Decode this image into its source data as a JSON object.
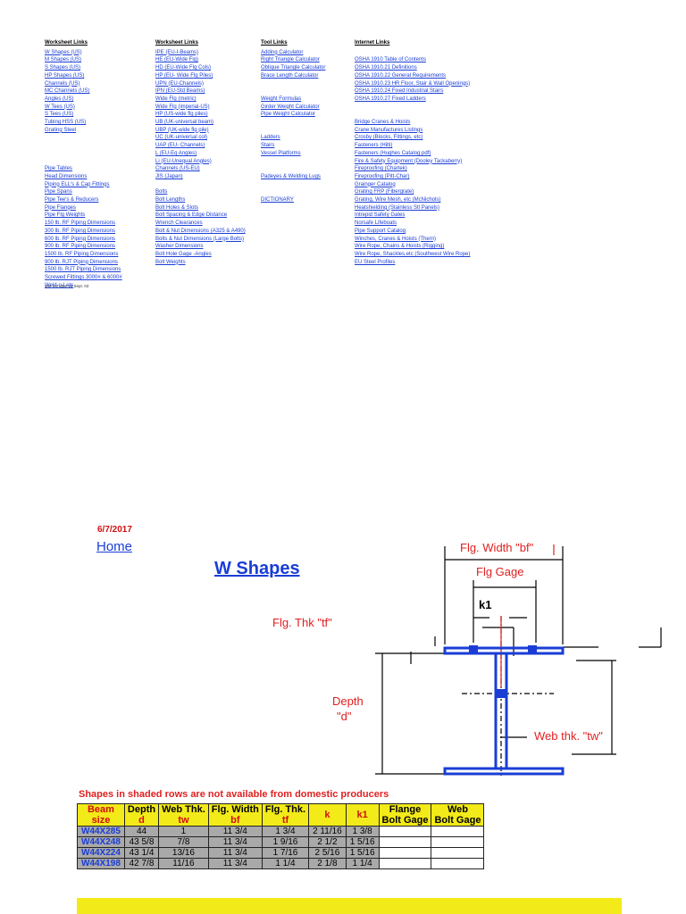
{
  "worksheet_links_1": {
    "header": "Worksheet Links",
    "items": [
      "W Shapes (US)",
      "M Shapes (US)",
      "S Shapes (US)",
      "HP Shapes (US)",
      "Channels (US)",
      "MC Channels (US)",
      "Angles (US)",
      "W Tees (US)",
      "S Tees (US)",
      "Tubing HSS (US)",
      "Grating Steel",
      "",
      "",
      "",
      "",
      "Pipe Tables",
      "Head Dimensions",
      "Piping ELL's & Cap Fittings",
      "Pipe Spans",
      "Pipe Tee's & Reducers",
      "Pipe Flanges",
      "Pipe Flg Weights",
      "150 lb. RF Piping Dimensions",
      "300 lb. RF Piping Dimensions",
      "600 lb. RF Piping Dimensions",
      "900 lb. RF Piping Dimensions",
      "1500 lb. RF Piping Dimensions",
      "900 lb. RJT Piping Dimensions",
      "1500 lb. RJT Piping Dimensions",
      "Screwed Fittings 3000# & 6000#",
      "Weld-o-Lets"
    ]
  },
  "worksheet_links_2": {
    "header": "Worksheet Links",
    "items": [
      "IPE (EU-I-Beams)",
      "HE (EU-Wide Flg)",
      "HD (EU-Wide Flg Cols)",
      "HP (EU- Wide Flg Piles)",
      "UPN (EU-Channels)",
      "IPN (EU-Std Beams)",
      "Wide Flg (metric)",
      "Wide Flg (imperial-US)",
      "HP (US-wide flg piles)",
      "UB (UK-universal beam)",
      "UBP (UK-wide flg pile)",
      "UC (UK-universal col)",
      "UAP (EU- Channels)",
      "L (EU-Eq Angles)",
      "Li (EU-Unequal Angles)",
      "Channels (US-EU)",
      "JIS (Japan)",
      "",
      "Bolts",
      "Bolt Lengths",
      "Bolt Holes & Slots",
      "Bolt Spacing & Edge Distance",
      "Wrench Clearances",
      "Bolt & Nut Dimensions (A325 & A490)",
      "Bolts & Nut Dimensions (Large Bolts)",
      "Washer Dimensions",
      "Bolt Hole Gage -Angles",
      "Bolt Weights"
    ]
  },
  "tool_links": {
    "header": "Tool Links",
    "items": [
      "Adding Calculator",
      "Right Triangle Calculator",
      "Oblique Triangle Calculator",
      "Brace Length Calculator",
      "",
      "",
      "Weight Formulas",
      "Girder Weight Calculator",
      "Pipe Weight Calculator",
      "",
      "",
      "Ladders",
      "Stairs",
      "Vessel Platforms",
      "",
      "",
      "Padeyes & Welding Lugs",
      "",
      "",
      "DICTIONARY"
    ]
  },
  "internet_links": {
    "header": "Internet Links",
    "items": [
      "",
      "OSHA 1910 Table of Contents",
      "OSHA 1910.21 Definitions",
      "OSHA 1910.22 General Requirements",
      "OSHA 1910.23 HR Floor, Stair & Wall Openings)",
      "OSHA 1910.24 Fixed Industrial Stairs",
      "OSHA 1910.27 Fixed Ladders",
      "",
      "",
      "Bridge Cranes & Hoists",
      "Crane Manufactures Listings",
      "Crosby (Blocks, Fittings, etc)",
      "Fasteners (Hilti)",
      "Fasteners (Hughes Catalog.pdf)",
      "Fire & Safety Equipment (Dooley Tackaberry)",
      "Fireproofing (Chartek)",
      "Fireproofing (Pitt-Char)",
      "Grainger Catalog",
      "Grating FRP (Fibergrate)",
      "Grating, Wire Mesh, etc (McNichols)",
      "Heatshielding (Stainless Stl Panels)",
      "Intrepid Safety Gates",
      "Norsafe Lifeboats",
      "Pipe Support Catalog",
      "Winches, Cranes & Hoists (Thern)",
      "Wire Rope, Chains & Hoists (Rigging)",
      "Wire Rope, Shackles,etc (Southwest Wire Rope)",
      "EU Steel Profiles"
    ]
  },
  "rev_note": "one rev date 18 Sept. 03",
  "sheet": {
    "date": "6/7/2017",
    "home": "Home",
    "title": "W Shapes",
    "warning": "Shapes in shaded rows are not available from domestic producers"
  },
  "diagram": {
    "flg_width": "Flg. Width \"bf\"",
    "flg_gage": "Flg Gage",
    "k1": "k1",
    "flg_thk": "Flg. Thk \"tf\"",
    "depth": "Depth",
    "depth_sym": "\"d\"",
    "web_thk": "Web thk. \"tw\""
  },
  "table": {
    "headers": [
      {
        "top": "Beam",
        "sub": "size"
      },
      {
        "top": "Depth",
        "sub": "d"
      },
      {
        "top": "Web Thk.",
        "sub": "tw"
      },
      {
        "top": "Flg. Width",
        "sub": "bf"
      },
      {
        "top": "Flg. Thk.",
        "sub": "tf"
      },
      {
        "top": "k",
        "sub": ""
      },
      {
        "top": "k1",
        "sub": ""
      },
      {
        "top": "Flange",
        "sub": "Bolt Gage"
      },
      {
        "top": "Web",
        "sub": "Bolt Gage"
      }
    ],
    "rows": [
      [
        "W44X285",
        "44",
        "1",
        "11  3/4",
        "1  3/4",
        "2 11/16",
        "1  3/8",
        "",
        ""
      ],
      [
        "W44X248",
        "43  5/8",
        "7/8",
        "11  3/4",
        "1  9/16",
        "2  1/2",
        "1  5/16",
        "",
        ""
      ],
      [
        "W44X224",
        "43  1/4",
        "13/16",
        "11  3/4",
        "1  7/16",
        "2  5/16",
        "1  5/16",
        "",
        ""
      ],
      [
        "W44X198",
        "42  7/8",
        "11/16",
        "11  3/4",
        "1  1/4",
        "2  1/8",
        "1  1/4",
        "",
        ""
      ]
    ]
  },
  "colors": {
    "link": "#1a3dd6",
    "red": "#d21010",
    "yellow": "#f3ea19",
    "shade": "#a9a9a9"
  }
}
